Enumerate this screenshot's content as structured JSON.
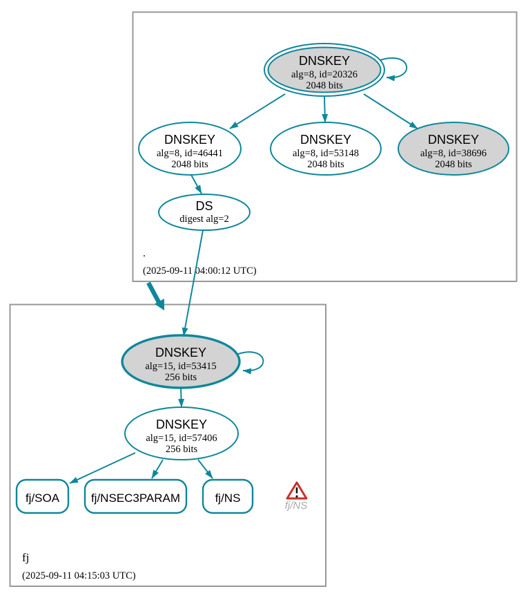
{
  "colors": {
    "edge_teal": "#0e879b",
    "node_gray": "#d3d3d3",
    "box_border": "#989898",
    "warning_red": "#c9302c",
    "warning_text": "#aaaaaa"
  },
  "zones": {
    "root": {
      "name": ".",
      "timestamp": "(2025-09-11 04:00:12 UTC)"
    },
    "fj": {
      "name": "fj",
      "timestamp": "(2025-09-11 04:15:03 UTC)"
    }
  },
  "nodes": {
    "ksk_root": {
      "title": "DNSKEY",
      "detail": "alg=8, id=20326",
      "bits": "2048 bits"
    },
    "zsk_46441": {
      "title": "DNSKEY",
      "detail": "alg=8, id=46441",
      "bits": "2048 bits"
    },
    "zsk_53148": {
      "title": "DNSKEY",
      "detail": "alg=8, id=53148",
      "bits": "2048 bits"
    },
    "ksk_38696": {
      "title": "DNSKEY",
      "detail": "alg=8, id=38696",
      "bits": "2048 bits"
    },
    "ds_root": {
      "title": "DS",
      "detail": "digest alg=2"
    },
    "ksk_fj": {
      "title": "DNSKEY",
      "detail": "alg=15, id=53415",
      "bits": "256 bits"
    },
    "zsk_fj": {
      "title": "DNSKEY",
      "detail": "alg=15, id=57406",
      "bits": "256 bits"
    },
    "rrset_soa": {
      "label": "fj/SOA"
    },
    "rrset_nsec3param": {
      "label": "fj/NSEC3PARAM"
    },
    "rrset_ns": {
      "label": "fj/NS"
    },
    "warning": {
      "icon": "warning-triangle-icon",
      "label": "fj/NS"
    }
  }
}
